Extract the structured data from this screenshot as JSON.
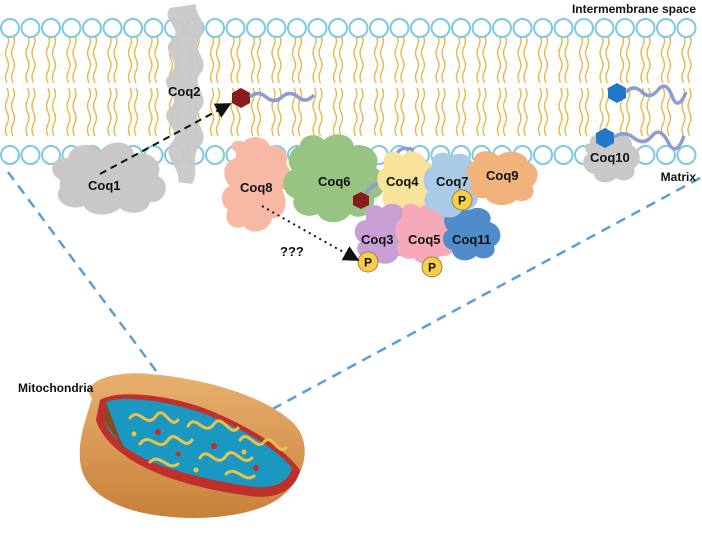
{
  "labels": {
    "intermembrane_space": "Intermembrane space",
    "matrix": "Matrix",
    "mitochondria": "Mitochondria",
    "unknown": "???"
  },
  "proteins": {
    "coq1": "Coq1",
    "coq2": "Coq2",
    "coq3": "Coq3",
    "coq4": "Coq4",
    "coq5": "Coq5",
    "coq6": "Coq6",
    "coq7": "Coq7",
    "coq8": "Coq8",
    "coq9": "Coq9",
    "coq10": "Coq10",
    "coq11": "Coq11"
  },
  "phospho_label": "P",
  "colors": {
    "membrane_head": "#7ec8e3",
    "lipid_tail": "#e8b84a",
    "coq1_coq2_coq10": "#c8c8c8",
    "coq3": "#c9a0d6",
    "coq4": "#f7e49a",
    "coq5": "#f6a9b8",
    "coq6": "#97c483",
    "coq7": "#a9cbe8",
    "coq8": "#f7b8a4",
    "coq9": "#f2b27c",
    "coq11": "#4f8cc9",
    "phospho": "#f5d04a",
    "precursor_headgroup": "#8b1a1a",
    "coq10_headgroup": "#1f78c8",
    "isoprenoid_tail": "#8e9bd4",
    "zoom_lines": "#5a9fd4",
    "mito_outer": "#d99a55",
    "mito_inner_membrane": "#c0302b",
    "mito_matrix": "#1a98c2",
    "cristae": "#e8c24a"
  }
}
